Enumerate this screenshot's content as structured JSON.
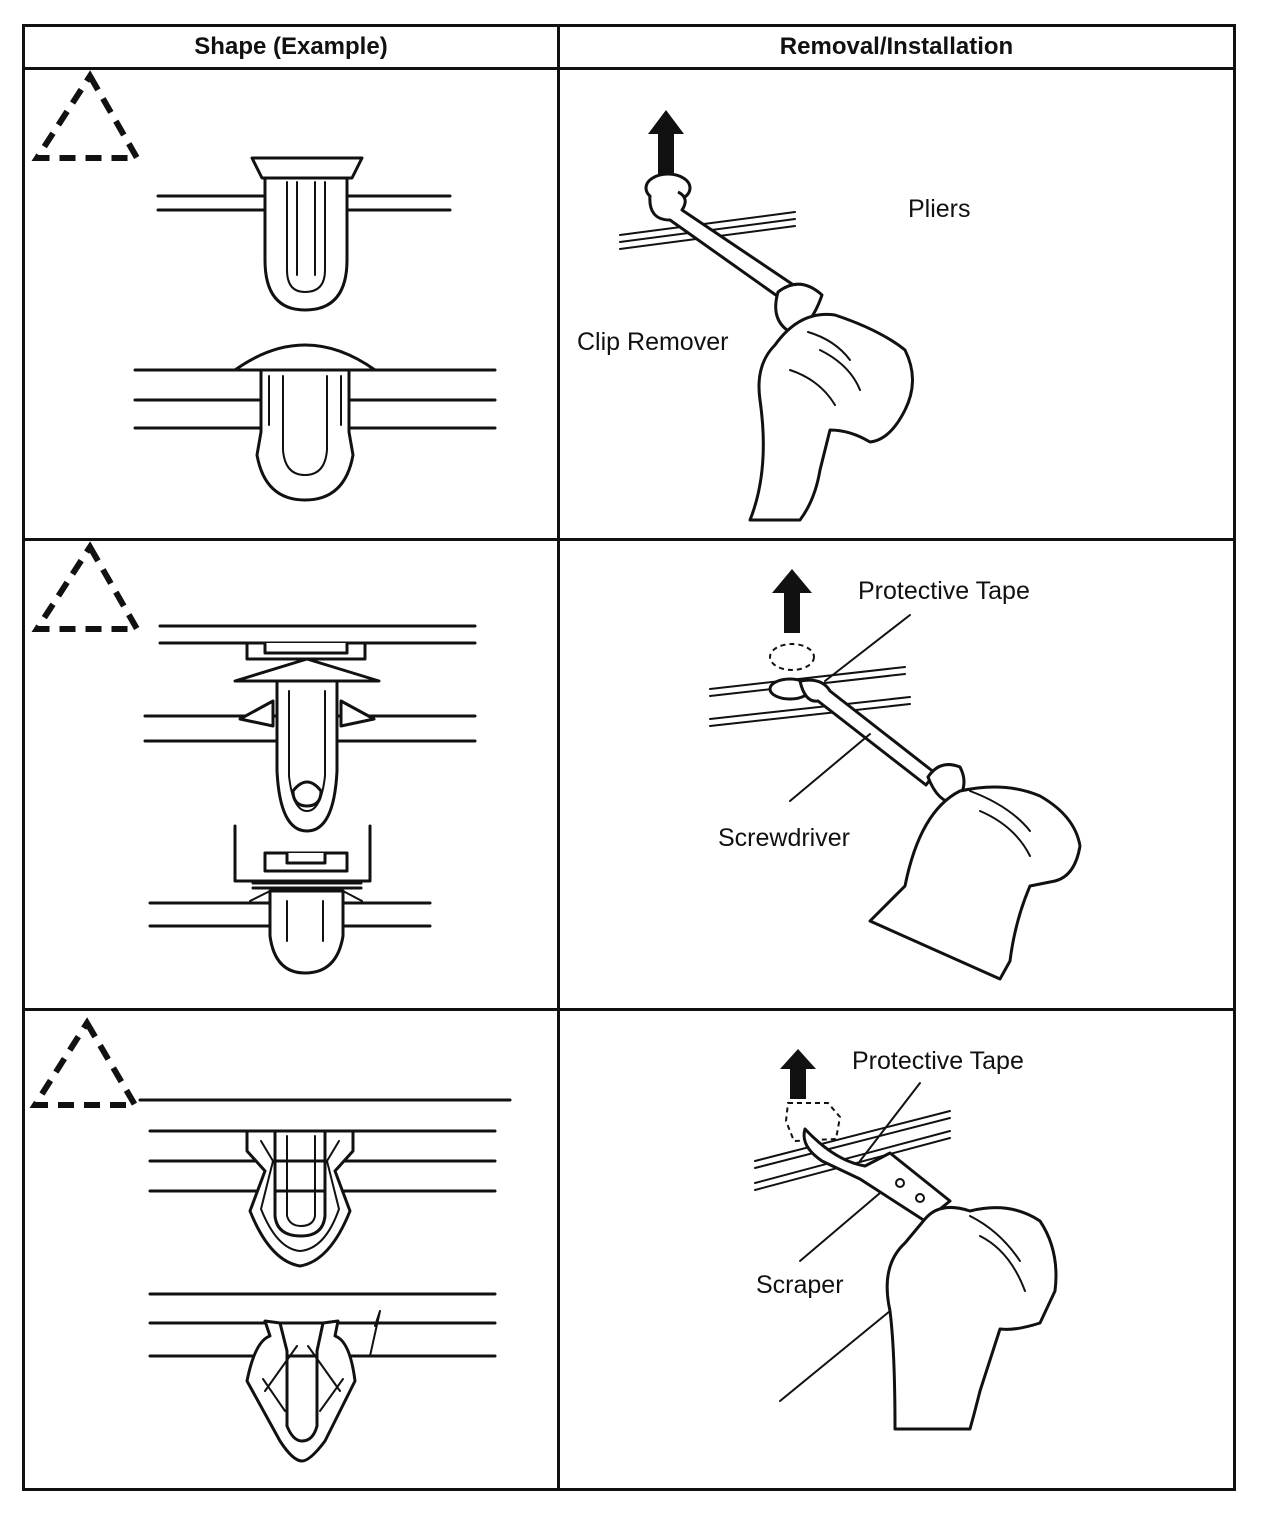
{
  "table": {
    "headers": {
      "shape": "Shape (Example)",
      "removal": "Removal/Installation"
    },
    "rows": [
      {
        "shape_symbol": "dashed-triangle-icon",
        "tool_labels": {
          "clip_remover": "Clip Remover",
          "pliers": "Pliers"
        }
      },
      {
        "shape_symbol": "dashed-triangle-icon",
        "tool_labels": {
          "protective_tape": "Protective Tape",
          "screwdriver": "Screwdriver"
        }
      },
      {
        "shape_symbol": "dashed-triangle-icon",
        "tool_labels": {
          "protective_tape": "Protective Tape",
          "scraper": "Scraper"
        }
      }
    ]
  }
}
